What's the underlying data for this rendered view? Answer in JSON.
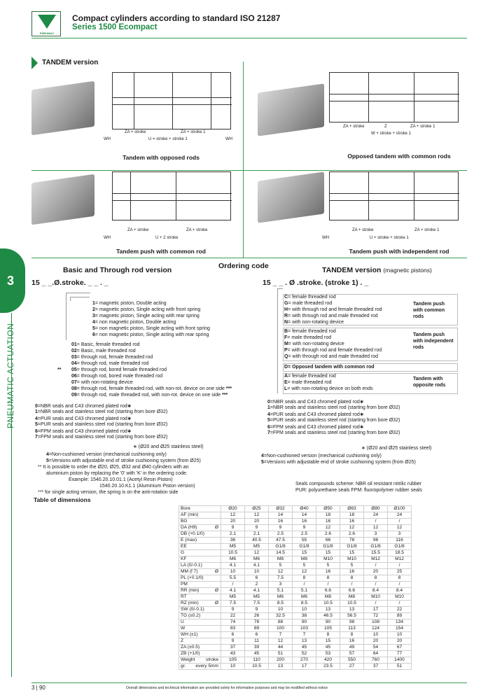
{
  "header": {
    "title": "Compact cylinders according to standard ISO 21287",
    "subtitle": "Series 1500 Ecompact",
    "logo_text": "PNEUMAX"
  },
  "section_title": "TANDEM version",
  "side_tab": {
    "number": "3",
    "label": "PNEUMATIC ACTUATION"
  },
  "figures": [
    {
      "caption": "Tandem with opposed rods",
      "dims": [
        "ZA + stroke",
        "ZA + stroke 1",
        "WH",
        "U = stroke + stroke 1",
        "WH"
      ]
    },
    {
      "caption": "Opposed tandem with common rods",
      "dims": [
        "ZA + stroke",
        "Z",
        "ZA + stroke 1",
        "W + stroke + stroke 1"
      ]
    },
    {
      "caption": "Tandem push with common rod",
      "dims": [
        "ZA + stroke",
        "ZA + stroke",
        "WH",
        "U + 2 stroke"
      ]
    },
    {
      "caption": "Tandem push with independent rod",
      "dims": [
        "ZA + stroke",
        "ZA + stroke 1",
        "WH",
        "U + stroke + stroke 1"
      ]
    }
  ],
  "ordering": {
    "title": "Ordering code",
    "left_title": "Basic and Through rod version",
    "left_code": "15 _ _.Ø.stroke. _ _ .  _",
    "right_title": "TANDEM version",
    "right_title_suffix": "(magnetic pistons)",
    "right_code": "15 _ _ . Ø .stroke. (stroke 1)  .  _",
    "piston": [
      {
        "k": "1",
        "v": "= magnetic piston, Double acting"
      },
      {
        "k": "2",
        "v": "= magnetic piston, Single acting with front spring"
      },
      {
        "k": "3",
        "v": "= magnetic piston, Single acting with rear spring"
      },
      {
        "k": "4",
        "v": "= non magnetic piston, Double acting"
      },
      {
        "k": "5",
        "v": "= non magnetic piston, Single acting with front spring"
      },
      {
        "k": "6",
        "v": "= non magnetic piston, Single acting with rear spring"
      }
    ],
    "rod": [
      {
        "k": "01",
        "v": "= Basic, female threaded rod"
      },
      {
        "k": "02",
        "v": "= Basic, male threaded rod"
      },
      {
        "k": "03",
        "v": "= through rod, female threaded rod"
      },
      {
        "k": "04",
        "v": "= through rod, male threaded rod"
      },
      {
        "k": "05",
        "v": "= through rod, bored female threaded rod"
      },
      {
        "k": "06",
        "v": "= through rod, bored male threaded rod"
      },
      {
        "k": "07",
        "v": "= with non-rotating device"
      },
      {
        "k": "08",
        "v": "= through rod, female threaded rod, with non-rot. device on one side"
      },
      {
        "k": "09",
        "v": "= through rod, male threaded rod, with non-rot. device on one side"
      }
    ],
    "rod_star2": "**",
    "rod_star3": "***",
    "seals": [
      {
        "k": "0",
        "v": "=NBR seals and C43 chromed plated rod",
        "s": "∗"
      },
      {
        "k": "1",
        "v": "=NBR seals and stainless steel rod (starting from bore Ø32)",
        "s": ""
      },
      {
        "k": "4",
        "v": "=PUR seals and C43 chromed plated rod",
        "s": "∗"
      },
      {
        "k": "5",
        "v": "=PUR seals and stainless steel rod (starting from bore Ø32)",
        "s": ""
      },
      {
        "k": "6",
        "v": "=FPM seals and C43 chromed plated rod",
        "s": "∗"
      },
      {
        "k": "7",
        "v": "=FPM seals and stainless steel rod (starting from bore Ø32)",
        "s": ""
      }
    ],
    "seals_note": "∗ (Ø20 and Ø25 stainless steel)",
    "cushion": [
      {
        "k": "4",
        "v": "=Non-cushioned version (mechanical cushioning only)"
      },
      {
        "k": "5",
        "v": "=Versions with adjustable end of stroke cushioning system (from Ø25)"
      }
    ],
    "notes": [
      "** It is possible to order the Ø20, Ø25, Ø32 and Ø40 cylinders with an",
      "aluminium piston by replacing the '0' with 'K' in the ordering code.",
      "Example: 1540.20.10.01.1 (Acetyl Resin Piston)",
      "1540.20.10.K1.1 (Aluminium Piston version)",
      "*** for single acting version, the spring is on the anti-rotation side"
    ],
    "tandem_groups": [
      {
        "label": "Tandem push with common rods",
        "items": [
          {
            "k": "C",
            "v": "= female threaded rod"
          },
          {
            "k": "G",
            "v": "= male threaded rod"
          },
          {
            "k": "H",
            "v": "= with through rod and female threaded rod"
          },
          {
            "k": "R",
            "v": "= with through rod and male threaded rod"
          },
          {
            "k": "N",
            "v": "= with non-rotating device"
          }
        ]
      },
      {
        "label": "Tandem push with independent rods",
        "items": [
          {
            "k": "B",
            "v": "= female threaded rod"
          },
          {
            "k": "F",
            "v": "= male threaded rod"
          },
          {
            "k": "M",
            "v": "= with non-rotating device"
          },
          {
            "k": "P",
            "v": "= with through rod and female threaded rod"
          },
          {
            "k": "Q",
            "v": "= with through rod and male threaded rod"
          }
        ]
      },
      {
        "label": "",
        "items": [
          {
            "k": "D",
            "v": "= Opposed tandem with common rod"
          }
        ]
      },
      {
        "label": "Tandem with opposite rods",
        "items": [
          {
            "k": "A",
            "v": "= female threaded rod"
          },
          {
            "k": "E",
            "v": "= male threaded rod"
          },
          {
            "k": "L",
            "v": "= with non-rotating device on both ends"
          }
        ]
      }
    ],
    "seals_compounds": "Seals compounds scheme: NBR oil resistant nitrilic rubber",
    "seals_compounds2": "PUR: polyurethane seals FPM: fluoropolymer rubber seals"
  },
  "table": {
    "title": "Table of dimensions",
    "header": [
      "Bore",
      "Ø20",
      "Ø25",
      "Ø32",
      "Ø40",
      "Ø50",
      "Ø63",
      "Ø80",
      "Ø100"
    ],
    "rows": [
      [
        "AF (min)",
        "",
        "12",
        "12",
        "14",
        "14",
        "18",
        "18",
        "24",
        "24"
      ],
      [
        "BG",
        "",
        "20",
        "20",
        "16",
        "16",
        "16",
        "16",
        "/",
        "/"
      ],
      [
        "DA (H9)",
        "Ø",
        "9",
        "9",
        "9",
        "9",
        "12",
        "12",
        "12",
        "12"
      ],
      [
        "DB (+0.1/0)",
        "",
        "2.1",
        "2.1",
        "2.5",
        "2.5",
        "2.6",
        "2.6",
        "3",
        "3"
      ],
      [
        "E (max)",
        "",
        "36",
        "40.5",
        "47.5",
        "55",
        "66",
        "78",
        "96",
        "116"
      ],
      [
        "EE",
        "",
        "M5",
        "M5",
        "G1/8",
        "G1/8",
        "G1/8",
        "G1/8",
        "G1/8",
        "G1/8"
      ],
      [
        "G",
        "",
        "10.5",
        "12",
        "14.5",
        "15",
        "15",
        "15",
        "15.5",
        "18.5"
      ],
      [
        "KF",
        "",
        "M6",
        "M6",
        "M8",
        "M8",
        "M10",
        "M10",
        "M12",
        "M12"
      ],
      [
        "LA (0/-0.1)",
        "",
        "4.1",
        "4.1",
        "5",
        "5",
        "5",
        "5",
        "/",
        "/"
      ],
      [
        "MM (f 7)",
        "Ø",
        "10",
        "10",
        "12",
        "12",
        "16",
        "16",
        "20",
        "25"
      ],
      [
        "PL (+0.1/0)",
        "",
        "5.5",
        "6",
        "7.5",
        "8",
        "8",
        "8",
        "8",
        "8"
      ],
      [
        "PM",
        "",
        "/",
        "2",
        "3",
        "/",
        "/",
        "/",
        "/",
        "/"
      ],
      [
        "RR (min)",
        "Ø",
        "4.1",
        "4.1",
        "5.1",
        "5.1",
        "6.6",
        "6.6",
        "8.4",
        "8.4"
      ],
      [
        "RT",
        "",
        "M5",
        "M5",
        "M6",
        "M6",
        "M8",
        "M8",
        "M10",
        "M10"
      ],
      [
        "RZ (min)",
        "Ø",
        "7.5",
        "7.5",
        "8.5",
        "8.5",
        "10.5",
        "10.5",
        "/",
        "/"
      ],
      [
        "SW (0/-0.1)",
        "",
        "9",
        "9",
        "10",
        "10",
        "13",
        "13",
        "17",
        "22"
      ],
      [
        "TG (±0.2)",
        "",
        "22",
        "26",
        "32.5",
        "38",
        "46.5",
        "56.5",
        "72",
        "89"
      ],
      [
        "U",
        "",
        "74",
        "78",
        "88",
        "90",
        "90",
        "98",
        "108",
        "134"
      ],
      [
        "W",
        "",
        "83",
        "89",
        "100",
        "103",
        "105",
        "113",
        "124",
        "154"
      ],
      [
        "WH (±1)",
        "",
        "6",
        "6",
        "7",
        "7",
        "8",
        "8",
        "10",
        "10"
      ],
      [
        "Z",
        "",
        "9",
        "11",
        "12",
        "13",
        "15",
        "16",
        "20",
        "20"
      ],
      [
        "ZA (±0.5)",
        "",
        "37",
        "39",
        "44",
        "45",
        "45",
        "49",
        "54",
        "67"
      ],
      [
        "ZB (+1/0)",
        "",
        "43",
        "45",
        "51",
        "52",
        "53",
        "57",
        "64",
        "77"
      ],
      [
        "Weight",
        "stroke",
        "105",
        "110",
        "200",
        "270",
        "420",
        "550",
        "760",
        "1400"
      ],
      [
        "gr.",
        "every 5mm",
        "10",
        "10.5",
        "13",
        "17",
        "23.5",
        "27",
        "37",
        "51"
      ]
    ]
  },
  "footer": {
    "page": "3 | 90",
    "disclaimer": "Overall dimensions and technical information are provided solely for informative purposes and may be modified without notice"
  }
}
